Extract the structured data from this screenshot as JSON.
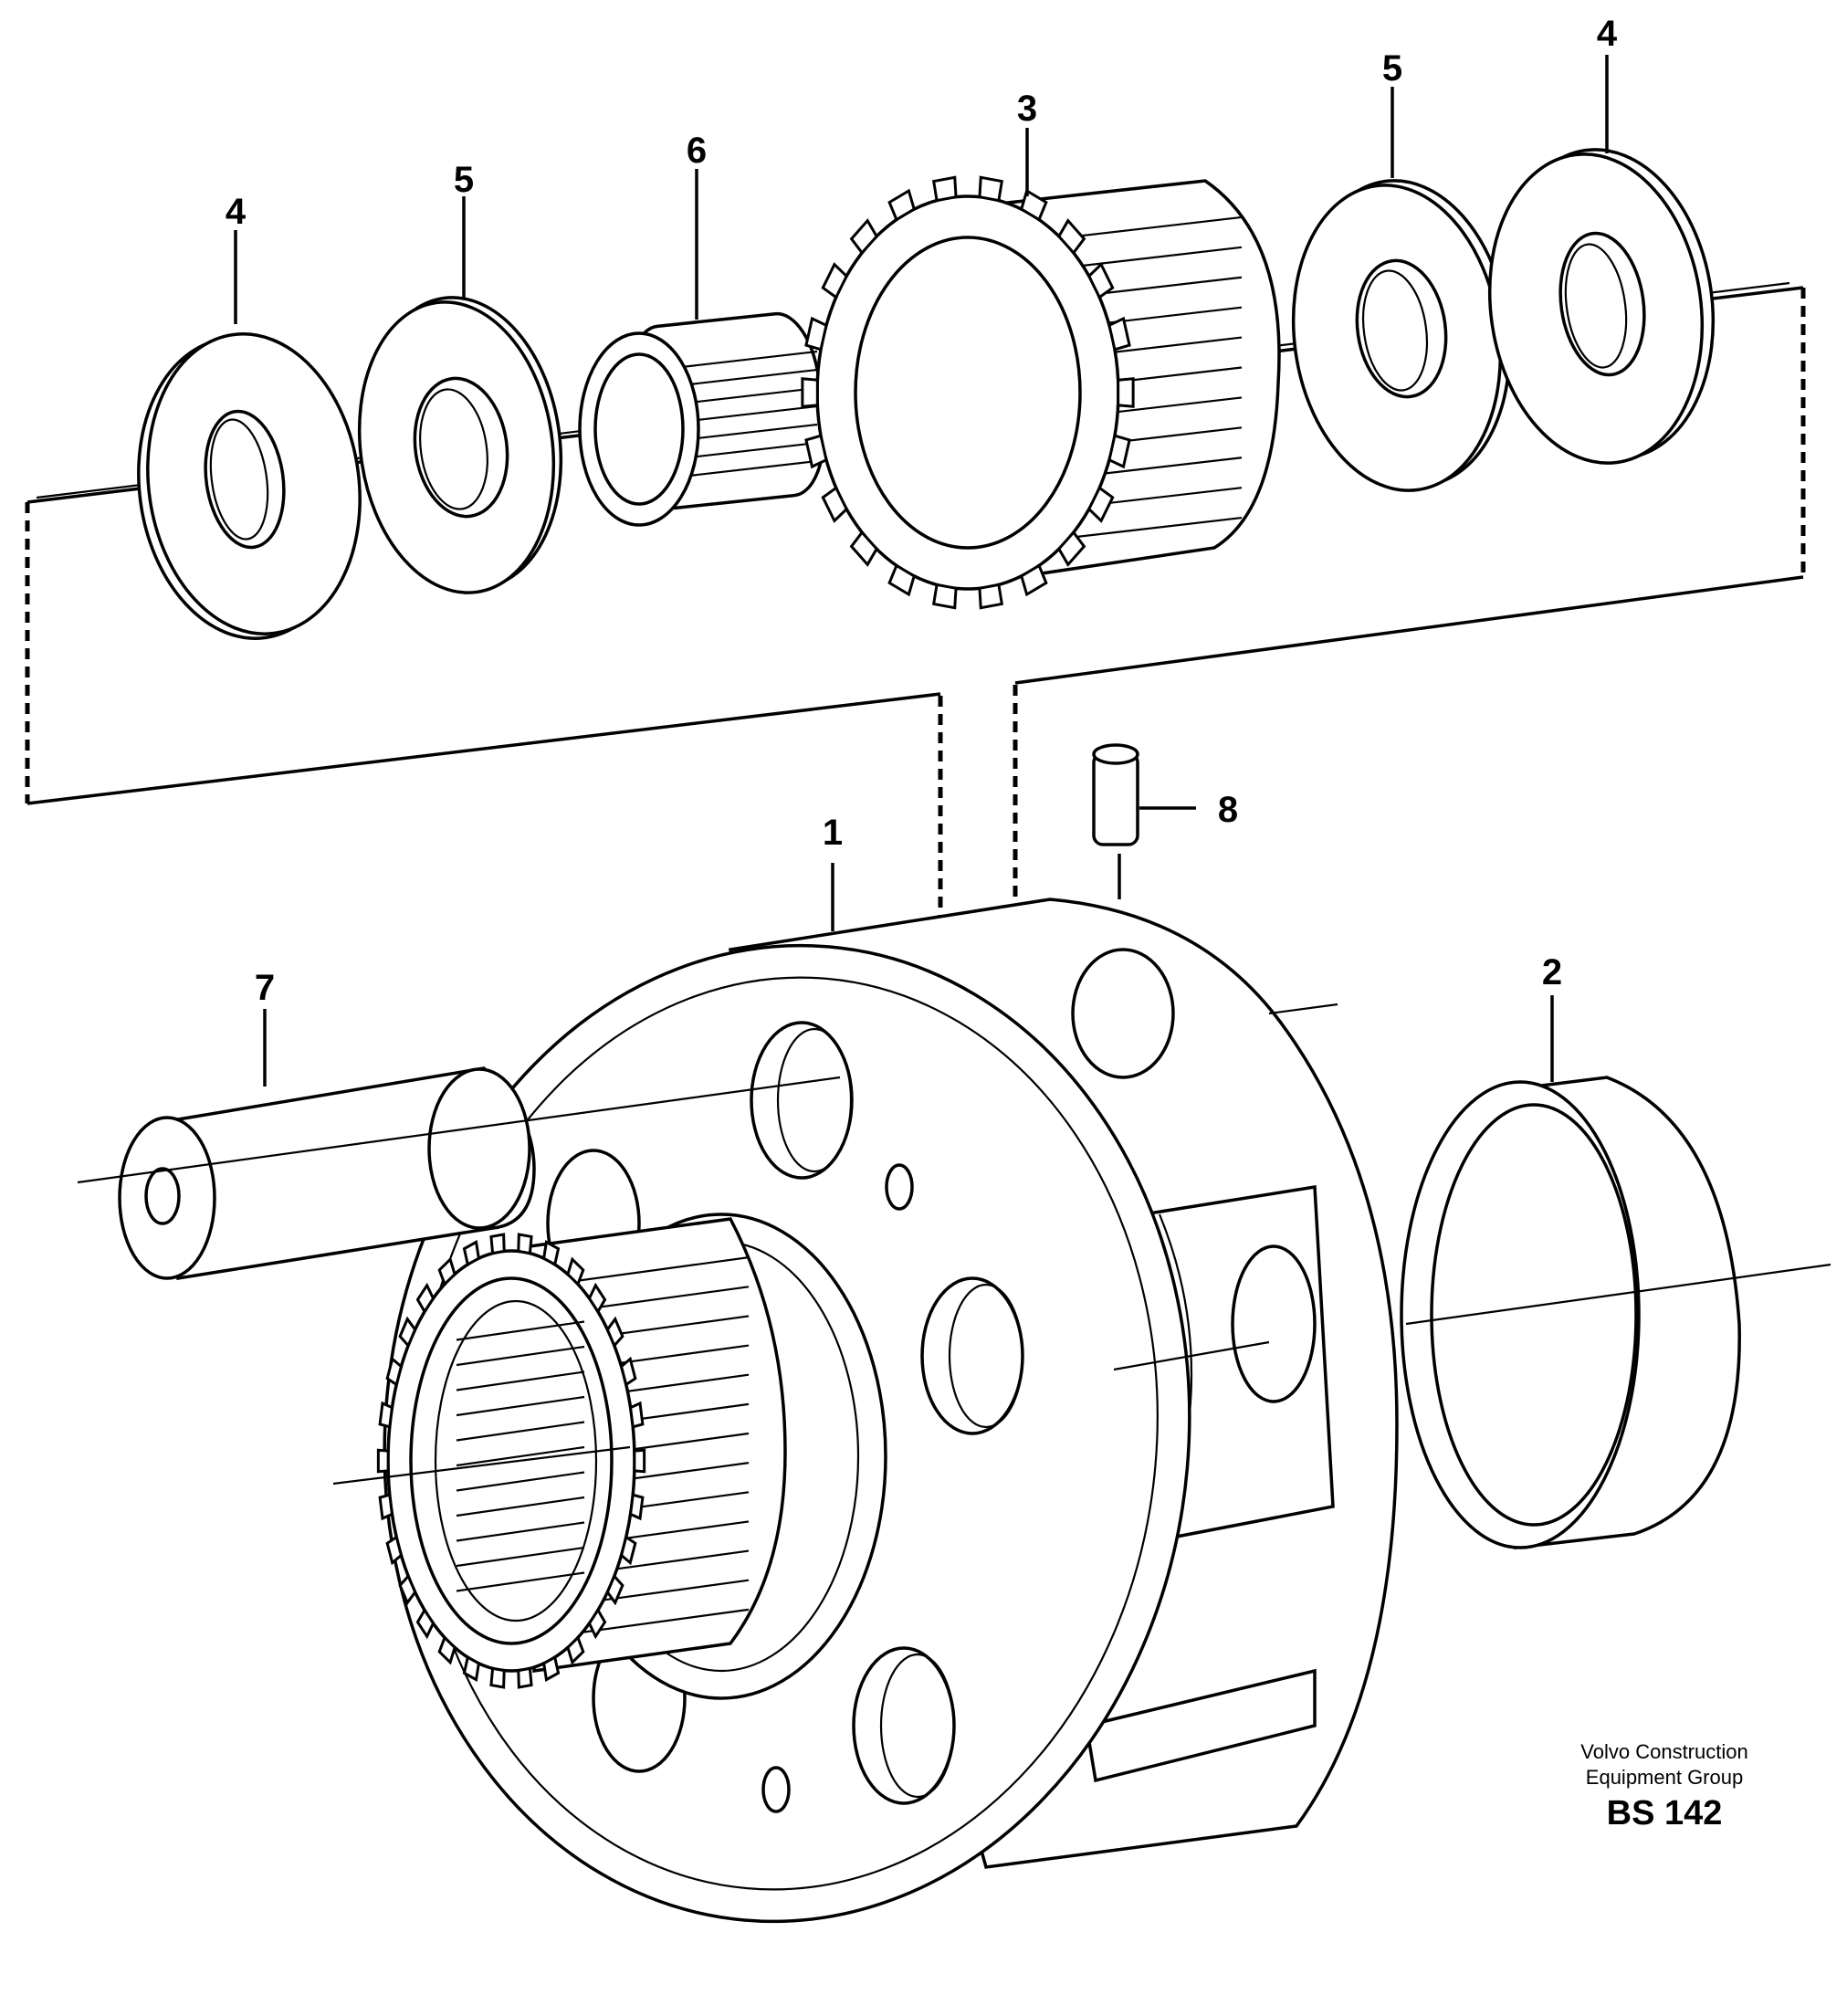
{
  "callouts": {
    "washer_left_outer": "4",
    "washer_left_inner": "5",
    "needle_bearing": "6",
    "planet_gear": "3",
    "washer_right_inner": "5",
    "washer_right_outer": "4",
    "pin": "8",
    "carrier": "1",
    "shaft": "7",
    "bushing": "2"
  },
  "credit": {
    "org_line1": "Volvo Construction",
    "org_line2": "Equipment Group",
    "code": "BS 142"
  }
}
